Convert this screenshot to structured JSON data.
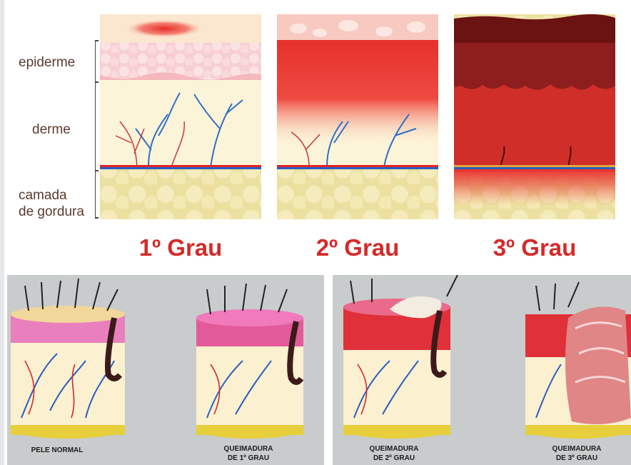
{
  "layers": {
    "epiderme": "epiderme",
    "derme": "derme",
    "gordura": "camada\nde gordura"
  },
  "degrees": [
    {
      "num": "1",
      "sup": "º",
      "word": "Grau"
    },
    {
      "num": "2",
      "sup": "º",
      "word": "Grau"
    },
    {
      "num": "3",
      "sup": "º",
      "word": "Grau"
    }
  ],
  "captions": [
    "PELE NORMAL",
    "QUEIMADURA\nDE 1º GRAU",
    "QUEIMADURA\nDE 2º GRAU",
    "QUEIMADURA\nDE 3º GRAU"
  ],
  "colors": {
    "title_red": "#d42a2a",
    "epidermis_pink": "#f7d2d4",
    "dermis_cream": "#fbf3d6",
    "fat_yellow": "#efe3a2",
    "burn_red": "#e8352f",
    "eschar_dark": "#7a1515",
    "panel_gray": "#c9cccd"
  }
}
